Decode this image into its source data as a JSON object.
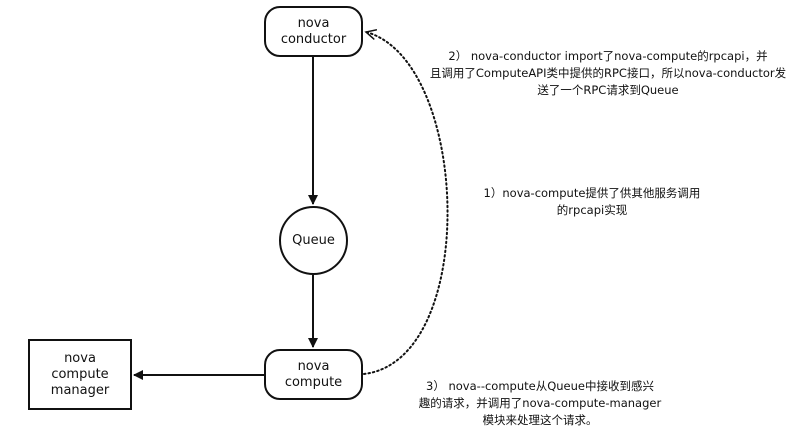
{
  "nodes": {
    "conductor": {
      "line1": "nova",
      "line2": "conductor"
    },
    "queue": {
      "label": "Queue"
    },
    "compute": {
      "line1": "nova",
      "line2": "compute"
    },
    "manager": {
      "line1": "nova",
      "line2": "compute",
      "line3": "manager"
    }
  },
  "notes": {
    "note1": {
      "line1": "1）nova-compute提供了供其他服务调用",
      "line2": "的rpcapi实现"
    },
    "note2": {
      "line1": "2） nova-conductor import了nova-compute的rpcapi，并",
      "line2": "且调用了ComputeAPI类中提供的RPC接口，所以nova-conductor发",
      "line3": "送了一个RPC请求到Queue"
    },
    "note3": {
      "line1": "3）  nova--compute从Queue中接收到感兴",
      "line2": "趣的请求，并调用了nova-compute-manager",
      "line3": "模块来处理这个请求。"
    }
  },
  "colors": {
    "stroke": "#111111",
    "background": "#ffffff"
  }
}
